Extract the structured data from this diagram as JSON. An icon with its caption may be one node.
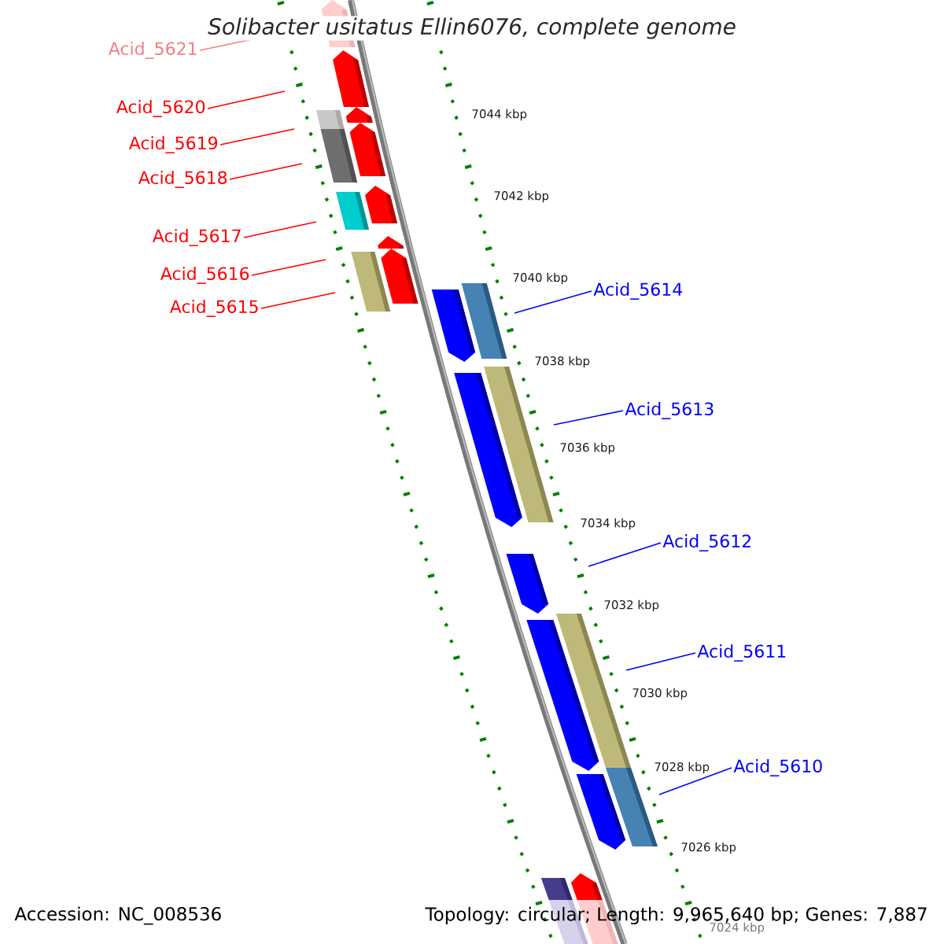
{
  "diagram": {
    "title": "Solibacter usitatus Ellin6076, complete genome",
    "nodes": [
      {
        "text": [
          "Acid_5621"
        ]
      },
      {
        "text": [
          "Acid_5620"
        ]
      },
      {
        "text": [
          "Acid_5619"
        ]
      },
      {
        "text": [
          "Acid_5618"
        ]
      },
      {
        "text": [
          "Acid_5617"
        ]
      },
      {
        "text": [
          "Acid_5616"
        ]
      },
      {
        "text": [
          "Acid_5615"
        ]
      },
      {
        "text": [
          "Acid_5614"
        ]
      },
      {
        "text": [
          "Acid_5613"
        ]
      },
      {
        "text": [
          "Acid_5612"
        ]
      },
      {
        "text": [
          "Acid_5611"
        ]
      },
      {
        "text": [
          "Acid_5610"
        ]
      }
    ],
    "edges": [
      {
        "from": 0,
        "to": null,
        "arrow": "none",
        "color": "#f08080"
      },
      {
        "from": 1,
        "to": null,
        "arrow": "none",
        "color": "#ff0000"
      },
      {
        "from": 2,
        "to": null,
        "arrow": "none",
        "color": "#ff0000"
      },
      {
        "from": 3,
        "to": null,
        "arrow": "none",
        "color": "#ff0000"
      },
      {
        "from": 4,
        "to": null,
        "arrow": "none",
        "color": "#ff0000"
      },
      {
        "from": 5,
        "to": null,
        "arrow": "none",
        "color": "#ff0000"
      },
      {
        "from": 6,
        "to": null,
        "arrow": "none",
        "color": "#ff0000"
      },
      {
        "from": 7,
        "to": null,
        "arrow": "none",
        "color": "#0000ff"
      },
      {
        "from": 8,
        "to": null,
        "arrow": "none",
        "color": "#0000ff"
      },
      {
        "from": 9,
        "to": null,
        "arrow": "none",
        "color": "#0000ff"
      },
      {
        "from": 10,
        "to": null,
        "arrow": "none",
        "color": "#0000ff"
      },
      {
        "from": 11,
        "to": null,
        "arrow": "none",
        "color": "#0000ff"
      }
    ],
    "labels": [
      "7044 kbp",
      "7042 kbp",
      "7040 kbp",
      "7038 kbp",
      "7036 kbp",
      "7034 kbp",
      "7032 kbp",
      "7030 kbp",
      "7028 kbp",
      "7026 kbp",
      "7024 kbp",
      "Accession: NC_008536",
      "Topology: circular; Length: 9,965,640 bp; Genes: 7,887"
    ]
  }
}
